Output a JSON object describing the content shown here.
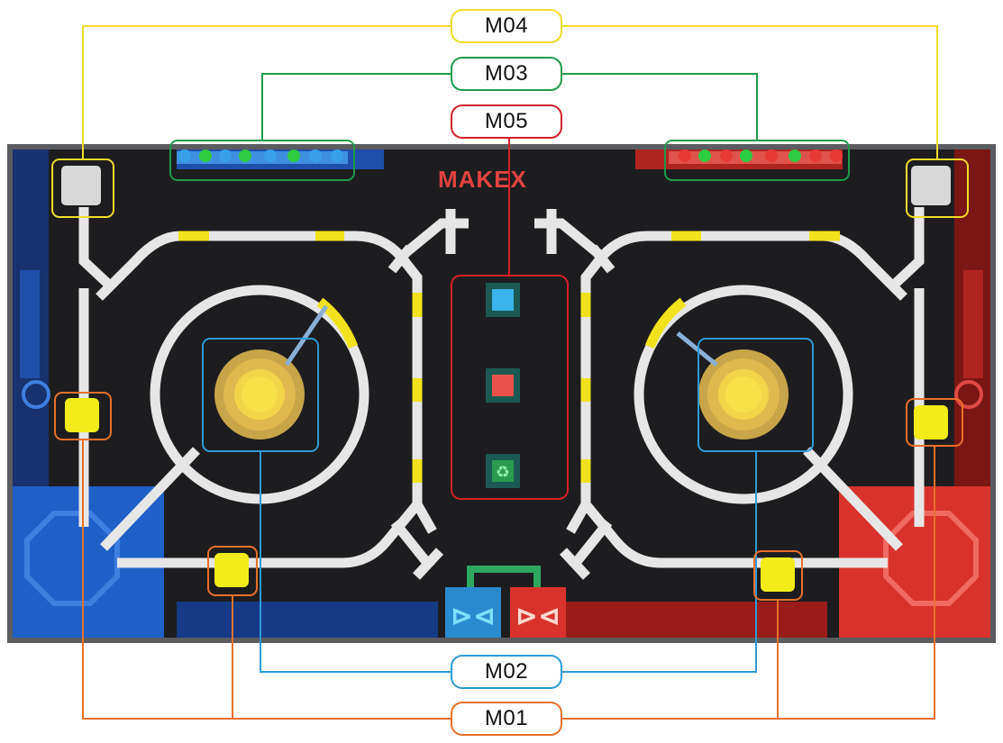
{
  "labels": {
    "m04": "M04",
    "m03": "M03",
    "m05": "M05",
    "m02": "M02",
    "m01": "M01"
  },
  "logo": {
    "text": "MAKEX"
  },
  "colors": {
    "m01": "#e8702a",
    "m02": "#2e9bd6",
    "m03": "#1e9b4a",
    "m04": "#f2dc2a",
    "m05": "#d62027",
    "blue_team": "#1f5fc8",
    "red_team": "#d9322c",
    "track": "#e6e6e6",
    "field": "#1d1d1f"
  }
}
